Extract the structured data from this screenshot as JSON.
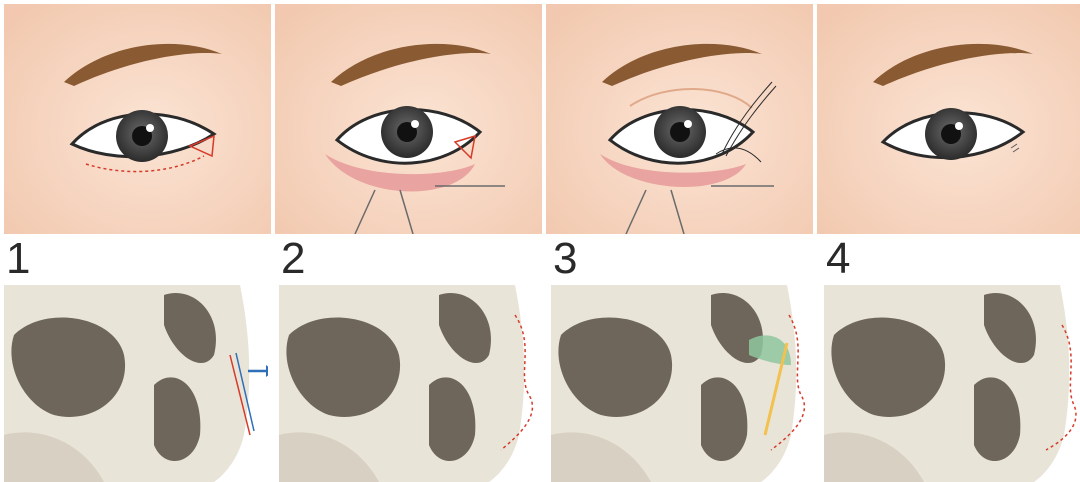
{
  "steps": [
    {
      "number": "1"
    },
    {
      "number": "2"
    },
    {
      "number": "3"
    },
    {
      "number": "4"
    }
  ],
  "icons": {
    "eye_panel": "eye-surgery-illustration",
    "skull_panel": "skull-illustration",
    "arrow": "right-arrow-icon"
  },
  "colors": {
    "skin": "#f7d9c6",
    "brow": "#8a5a32",
    "iris": "#3a3a3a",
    "incision": "#d63a2a",
    "retractor": "#6b6b6b",
    "bone": "#e9e4d8",
    "cavity": "#6e665b",
    "blue_arrow": "#2e6fb8",
    "implant_green": "#8fc7a0",
    "implant_yellow": "#f2c14e"
  }
}
